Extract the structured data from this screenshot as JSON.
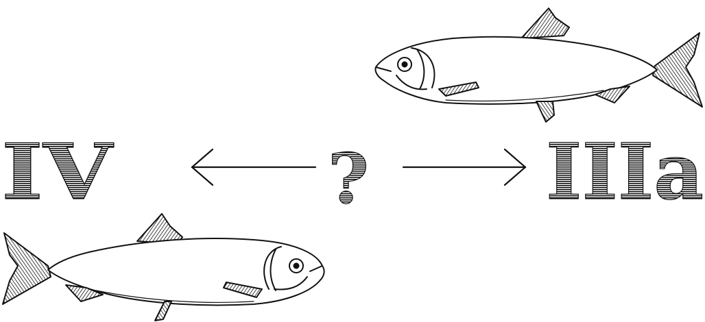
{
  "labels": {
    "left": "IV",
    "center": "?",
    "right": "IIIa"
  },
  "colors": {
    "ink": "#111111",
    "paper": "#ffffff"
  },
  "fish": [
    {
      "id": "top-right",
      "facing": "left"
    },
    {
      "id": "bottom-left",
      "facing": "right"
    }
  ],
  "arrows": [
    {
      "id": "left-arrow",
      "direction": "left"
    },
    {
      "id": "right-arrow",
      "direction": "right"
    }
  ]
}
